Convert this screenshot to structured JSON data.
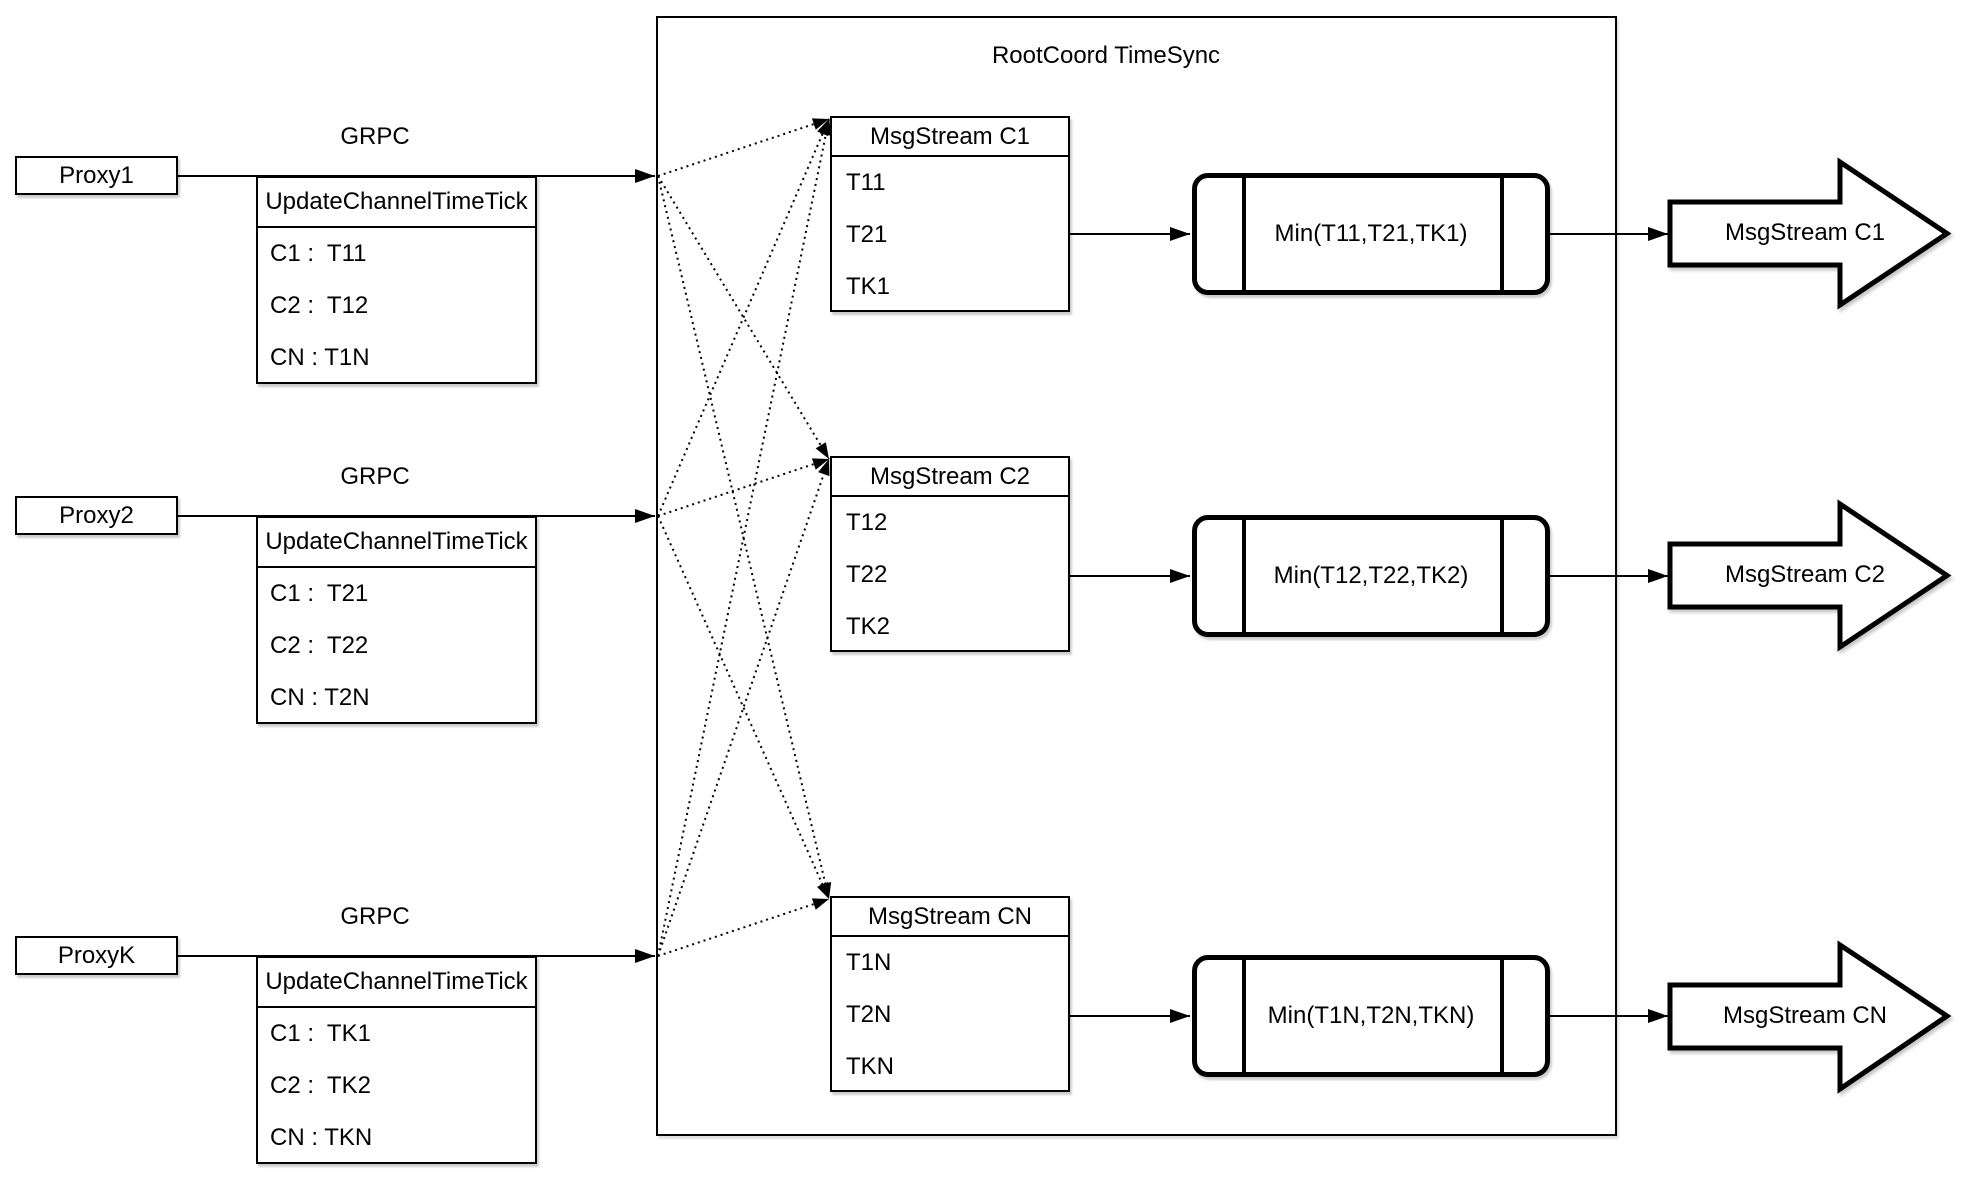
{
  "diagram": {
    "title": "RootCoord TimeSync",
    "colors": {
      "stroke": "#000000",
      "fill": "#ffffff"
    },
    "proxies": [
      {
        "name": "Proxy1",
        "protocol": "GRPC",
        "table_title": "UpdateChannelTimeTick",
        "rows": [
          "C1 :  T11",
          "C2 :  T12",
          "CN : T1N"
        ]
      },
      {
        "name": "Proxy2",
        "protocol": "GRPC",
        "table_title": "UpdateChannelTimeTick",
        "rows": [
          "C1 :  T21",
          "C2 :  T22",
          "CN : T2N"
        ]
      },
      {
        "name": "ProxyK",
        "protocol": "GRPC",
        "table_title": "UpdateChannelTimeTick",
        "rows": [
          "C1 :  TK1",
          "C2 :  TK2",
          "CN : TKN"
        ]
      }
    ],
    "streams": [
      {
        "title": "MsgStream C1",
        "ticks": [
          "T11",
          "T21",
          "TK1"
        ],
        "min_label": "Min(T11,T21,TK1)",
        "output": "MsgStream C1"
      },
      {
        "title": "MsgStream C2",
        "ticks": [
          "T12",
          "T22",
          "TK2"
        ],
        "min_label": "Min(T12,T22,TK2)",
        "output": "MsgStream C2"
      },
      {
        "title": "MsgStream CN",
        "ticks": [
          "T1N",
          "T2N",
          "TKN"
        ],
        "min_label": "Min(T1N,T2N,TKN)",
        "output": "MsgStream CN"
      }
    ]
  }
}
